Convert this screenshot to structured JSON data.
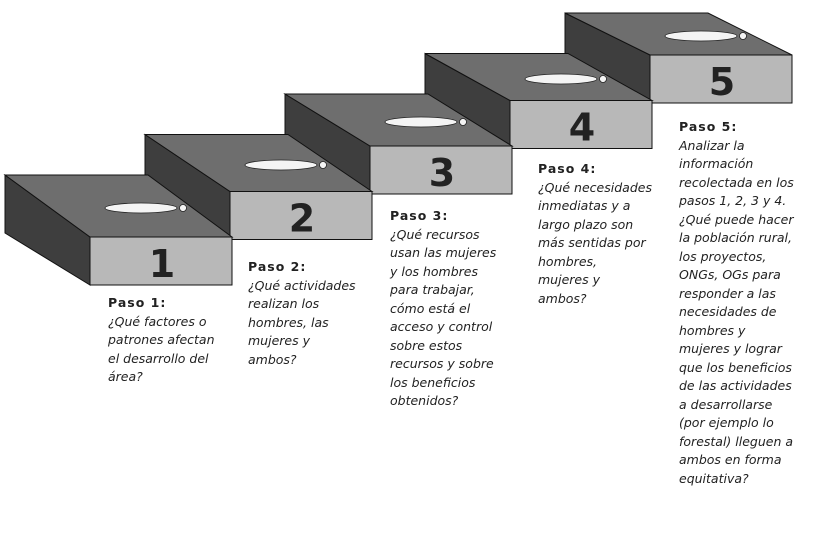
{
  "steps": [
    {
      "number": "1",
      "title": "Paso 1:",
      "text": "¿Qué factores o\npatrones afectan\nel desarrollo del\nárea?"
    },
    {
      "number": "2",
      "title": "Paso 2:",
      "text": "¿Qué actividades\nrealizan los\nhombres, las\nmujeres y\nambos?"
    },
    {
      "number": "3",
      "title": "Paso 3:",
      "text": "¿Qué recursos\nusan las mujeres\ny los hombres\npara trabajar,\ncómo está el\nacceso y control\nsobre estos\nrecursos y sobre\nlos beneficios\nobtenidos?"
    },
    {
      "number": "4",
      "title": "Paso 4:",
      "text": "¿Qué necesidades\ninmediatas y a\nlargo plazo son\nmás sentidas por\nhombres,\nmujeres y\nambos?"
    },
    {
      "number": "5",
      "title": "Paso 5:",
      "text": "Analizar la\ninformación\nrecolectada en los\npasos 1, 2, 3 y 4.\n¿Qué puede hacer\nla población rural,\nlos proyectos,\nONGs, OGs para\nresponder a las\nnecesidades de\nhombres y\nmujeres y lograr\nque los beneficios\nde las actividades\na desarrollarse\n(por ejemplo lo\nforestal) lleguen a\nambos en forma\nequitativa?"
    }
  ],
  "colors": {
    "top": "#6e6e6e",
    "front": "#b8b8b8",
    "side": "#3e3e3e",
    "footprint": "#f4f4f4"
  }
}
